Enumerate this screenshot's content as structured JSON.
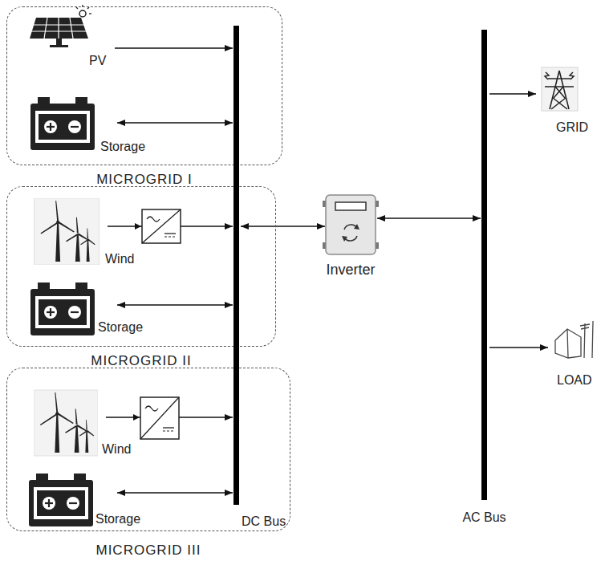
{
  "diagram": {
    "nodes": [
      {
        "text": [
          "MICROGRID I"
        ]
      },
      {
        "text": [
          "PV"
        ],
        "in": 0
      },
      {
        "text": [
          "Storage"
        ],
        "in": 0
      },
      {
        "text": [
          "MICROGRID II"
        ]
      },
      {
        "text": [
          "Wind"
        ],
        "in": 3
      },
      {
        "text": [
          "Storage"
        ],
        "in": 3
      },
      {
        "text": [
          "MICROGRID III"
        ]
      },
      {
        "text": [
          "Wind"
        ],
        "in": 6
      },
      {
        "text": [
          "Storage"
        ],
        "in": 6
      },
      {
        "text": [
          "DC Bus"
        ]
      },
      {
        "text": [
          "Inverter"
        ]
      },
      {
        "text": [
          "AC Bus"
        ]
      },
      {
        "text": [
          "GRID"
        ]
      },
      {
        "text": [
          "LOAD"
        ]
      }
    ],
    "edges": [
      {
        "from": 1,
        "to": 9,
        "arrow": "to"
      },
      {
        "from": 2,
        "to": 9,
        "arrow": "both"
      },
      {
        "from": 4,
        "to": 9,
        "arrow": "to"
      },
      {
        "from": 5,
        "to": 9,
        "arrow": "both"
      },
      {
        "from": 7,
        "to": 9,
        "arrow": "to"
      },
      {
        "from": 8,
        "to": 9,
        "arrow": "both"
      },
      {
        "from": 9,
        "to": 10,
        "arrow": "both"
      },
      {
        "from": 10,
        "to": 11,
        "arrow": "both"
      },
      {
        "from": 11,
        "to": 12,
        "arrow": "to"
      },
      {
        "from": 11,
        "to": 13,
        "arrow": "to"
      }
    ]
  }
}
